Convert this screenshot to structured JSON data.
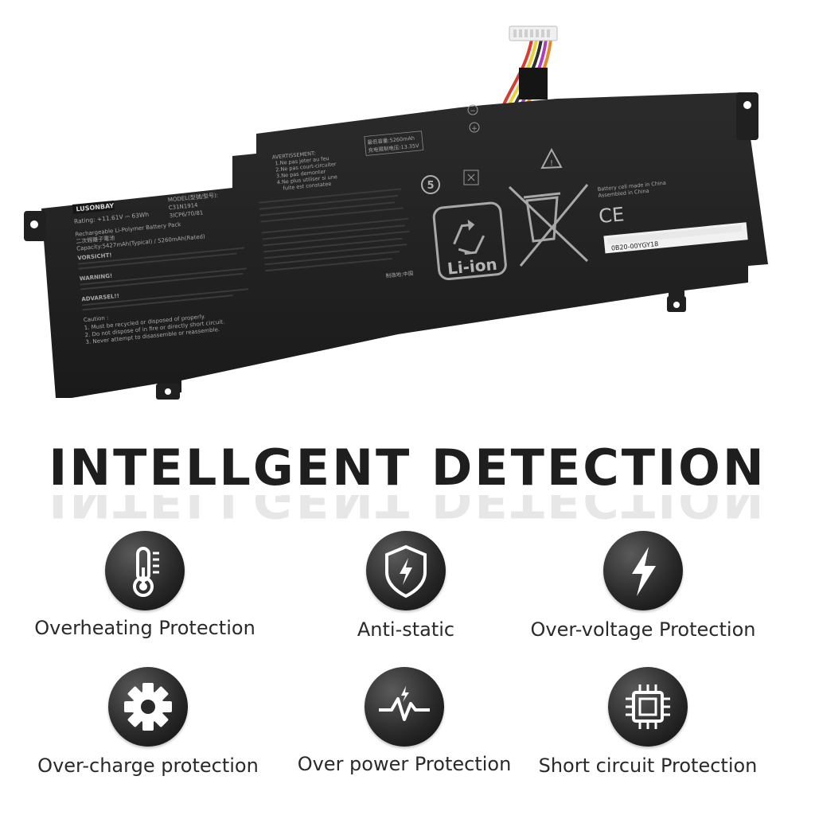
{
  "headline": "INTELLGENT DETECTION",
  "battery": {
    "brand": "LUSONBAY",
    "rating": "Rating: +11.61V ⎓ 63Wh",
    "model_label": "MODEL(型號/型号):",
    "model": "C31N1914",
    "cell_code": "3ICP6/70/81",
    "pack_type": "Rechargeable Li-Polymer Battery Pack",
    "pack_type_cn": "二次鋰離子電池",
    "capacity": "Capacity:5427mAh(Typical) / 5260mAh(Rated)",
    "warn_title_fr": "AVERTISSEMENT:",
    "warn_fr": [
      "1.Ne pas jeter au feu",
      "2.Ne pas court-circuiter",
      "3.Ne pas demonter",
      "4.Ne plus utiliser si une",
      "fuite est constatee"
    ],
    "rated_box": [
      "最低容量:5260mAh",
      "充电限制电压:13.35V"
    ],
    "warnings_left": [
      "VORSICHT!",
      "WARNING!",
      "ADVARSEL!!",
      "Caution :"
    ],
    "caution_items": [
      "1. Must be recycled or disposed of properly.",
      "2. Do not dispose of in fire or directly short circuit.",
      "3. Never attempt to disassemble or reassemble."
    ],
    "recycle_label": "Li-ion",
    "origin_cn": "制造地:中国",
    "origin_en": [
      "Battery cell made in China",
      "Assembled in China"
    ],
    "ce_mark": "CE",
    "serial": "0B20-00YGY18"
  },
  "features": [
    {
      "label": "Overheating Protection",
      "icon": "thermometer-icon"
    },
    {
      "label": "Anti-static",
      "icon": "shield-lightning-icon"
    },
    {
      "label": "Over-voltage Protection",
      "icon": "lightning-icon"
    },
    {
      "label": "Over-charge protection",
      "icon": "gear-icon"
    },
    {
      "label": "Over power Protection",
      "icon": "pulse-icon"
    },
    {
      "label": "Short circuit Protection",
      "icon": "chip-icon"
    }
  ]
}
